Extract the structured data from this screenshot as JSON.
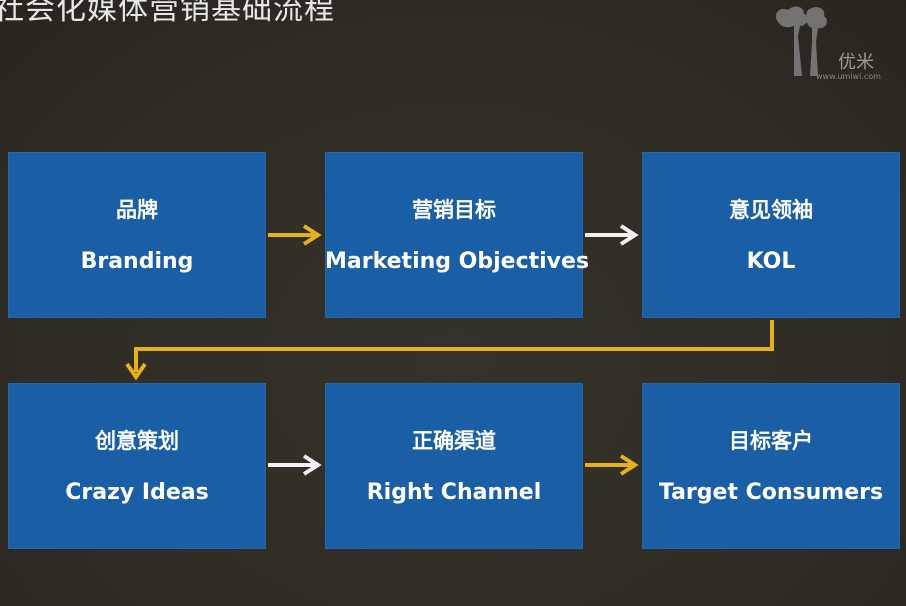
{
  "slide": {
    "title": "社会化媒体营销基础流程"
  },
  "watermark": {
    "brand": "优米",
    "url": "www.umiwi.com"
  },
  "flow": {
    "steps": [
      {
        "cn": "品牌",
        "en": "Branding"
      },
      {
        "cn": "营销目标",
        "en": "Marketing Objectives"
      },
      {
        "cn": "意见领袖",
        "en": "KOL"
      },
      {
        "cn": "创意策划",
        "en": "Crazy Ideas"
      },
      {
        "cn": "正确渠道",
        "en": "Right Channel"
      },
      {
        "cn": "目标客户",
        "en": "Target Consumers"
      }
    ]
  },
  "colors": {
    "background": "#302e26",
    "box": "#1a5ea6",
    "arrow_gold": "#e6b01e",
    "arrow_white": "#f2f2f2"
  }
}
